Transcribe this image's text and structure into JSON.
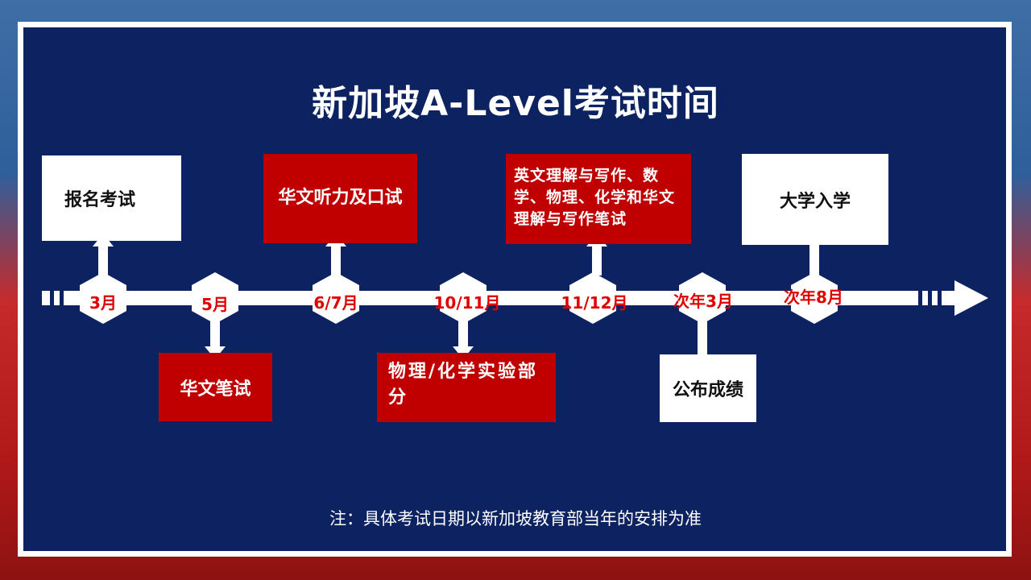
{
  "title": "新加坡A-Level考试时间",
  "note": "注：具体考试日期以新加坡教育部当年的安排为准",
  "milestones": [
    {
      "date": "3月"
    },
    {
      "date": "5月"
    },
    {
      "date": "6/7月"
    },
    {
      "date": "10/11月"
    },
    {
      "date": "11/12月"
    },
    {
      "date": "次年3月"
    },
    {
      "date": "次年8月"
    }
  ],
  "events": {
    "register": "报名考试",
    "chinese_written": "华文笔试",
    "chinese_oral": "华文听力及口试",
    "lab_part": "物理/化学实验部分",
    "written_exams": "英文理解与写作、数学、物理、化学和华文理解与写作笔试",
    "results": "公布成绩",
    "university": "大学入学"
  },
  "colors": {
    "panel": "#0d2260",
    "accent_red": "#c00000",
    "label_red": "#e00000"
  }
}
